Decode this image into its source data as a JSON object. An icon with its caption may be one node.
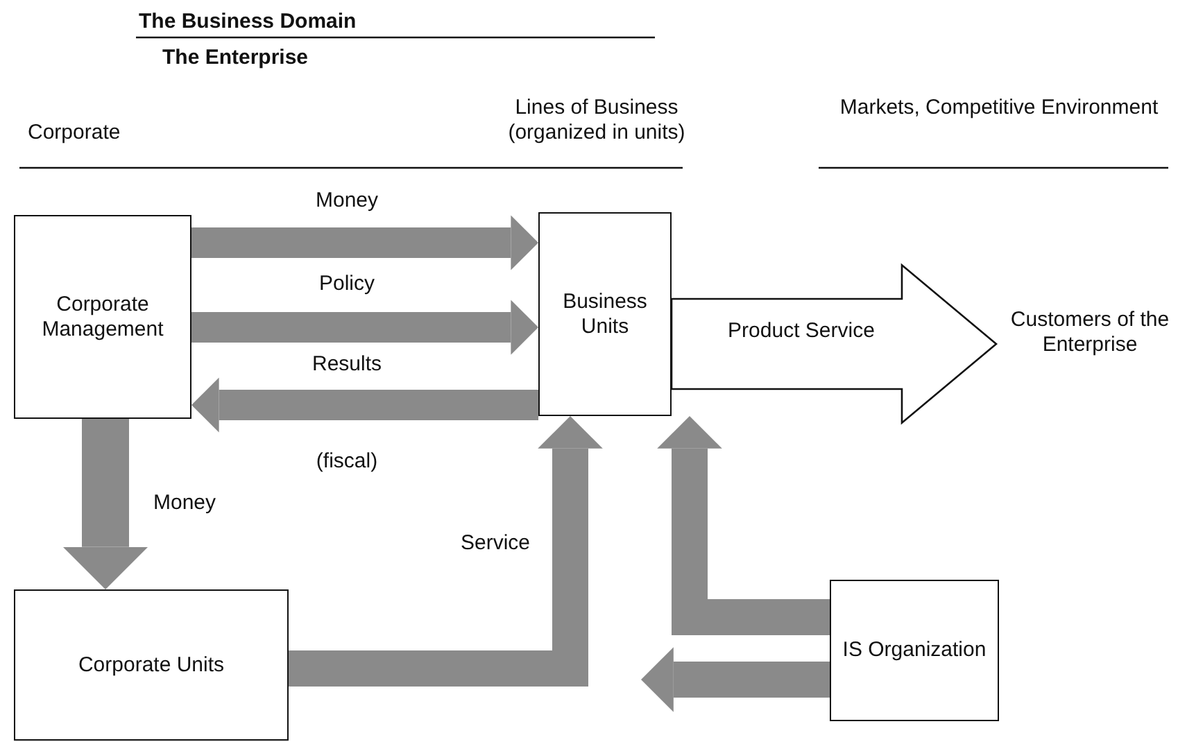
{
  "diagram": {
    "title": "The Business Domain",
    "nodes": [
      {
        "text": [
          "Corporate Management"
        ]
      },
      {
        "text": [
          "Business Units"
        ]
      },
      {
        "text": [
          "Corporate Units"
        ]
      },
      {
        "text": [
          "IS Organization"
        ]
      },
      {
        "text": [
          "Customers of the Enterprise"
        ]
      }
    ],
    "edges": [
      {
        "from": 0,
        "to": 1,
        "arrow": "to",
        "label": "Money"
      },
      {
        "from": 0,
        "to": 1,
        "arrow": "to",
        "label": "Policy"
      },
      {
        "from": 1,
        "to": 0,
        "arrow": "to",
        "label": "Results"
      },
      {
        "from": 0,
        "to": 2,
        "arrow": "to",
        "label": "Money"
      },
      {
        "from": 2,
        "to": 1,
        "arrow": "to",
        "label": "Service"
      },
      {
        "from": 3,
        "to": 1,
        "arrow": "to"
      },
      {
        "from": 3,
        "to": null,
        "arrow": "to"
      },
      {
        "from": 1,
        "to": 4,
        "arrow": "to",
        "label": "Product Service",
        "style": "thick"
      }
    ],
    "labels": [
      "The Enterprise",
      "Corporate",
      "Lines of Business (organized in units)",
      "Markets, Competitive Environment",
      "(fiscal)"
    ]
  }
}
